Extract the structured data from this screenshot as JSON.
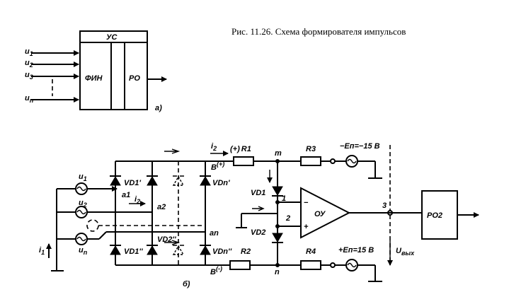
{
  "caption": "Рис. 11.26. Схема формирователя импульсов",
  "part_a": {
    "label": "а)",
    "block_us": "УС",
    "block_fin": "ФИН",
    "block_ro": "РО",
    "inputs": [
      "u",
      "u",
      "u",
      "u"
    ],
    "input_subs": [
      "1",
      "2",
      "3",
      "n"
    ]
  },
  "part_b": {
    "label": "б)",
    "u1": "u",
    "u1_sub": "1",
    "u2": "u",
    "u2_sub": "2",
    "un": "u",
    "un_sub": "n",
    "i1": "i",
    "i1_sub": "1",
    "i2_top": "i",
    "i2_top_sub": "2",
    "i2_mid": "i",
    "i2_mid_sub": "2",
    "a1": "a1",
    "a2": "a2",
    "an": "an",
    "vd1p": "VD1'",
    "vd1pp": "VD1''",
    "vd2pp": "VD2''",
    "vdnp": "VDn'",
    "vdnpp": "VDn''",
    "bplus": "B",
    "bplus_sup": "(+)",
    "bminus": "B",
    "bminus_sup": "(-)",
    "r1_prefix": "(+)",
    "r1": "R1",
    "r2": "R2",
    "r3": "R3",
    "r4": "R4",
    "node_m": "m",
    "node_n": "n",
    "vd1": "VD1",
    "vd2": "VD2",
    "pin1": "1",
    "pin2": "2",
    "pin3": "3",
    "oa": "ОУ",
    "minus": "−",
    "plus": "+",
    "en_neg": "−Eп=−15 В",
    "en_pos": "+Eп=15 В",
    "ro2": "РО2",
    "uout": "U",
    "uout_sub": "вых"
  }
}
